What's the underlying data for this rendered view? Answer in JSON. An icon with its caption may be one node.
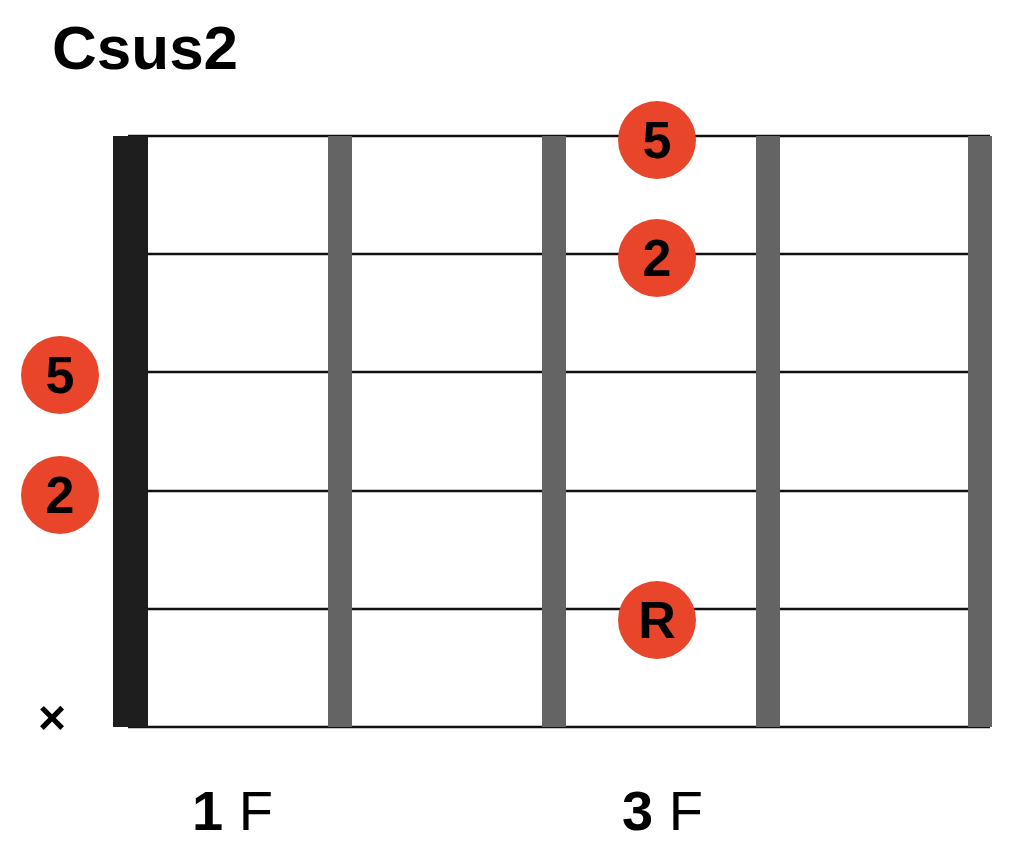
{
  "diagram": {
    "title": "Csus2",
    "nodes": [
      {
        "text": [
          "5"
        ]
      },
      {
        "text": [
          "2"
        ]
      },
      {
        "text": [
          "5"
        ]
      },
      {
        "text": [
          "2"
        ]
      },
      {
        "text": [
          "R"
        ]
      }
    ],
    "labels": [
      "×",
      "**1** F",
      "**3** F"
    ]
  }
}
